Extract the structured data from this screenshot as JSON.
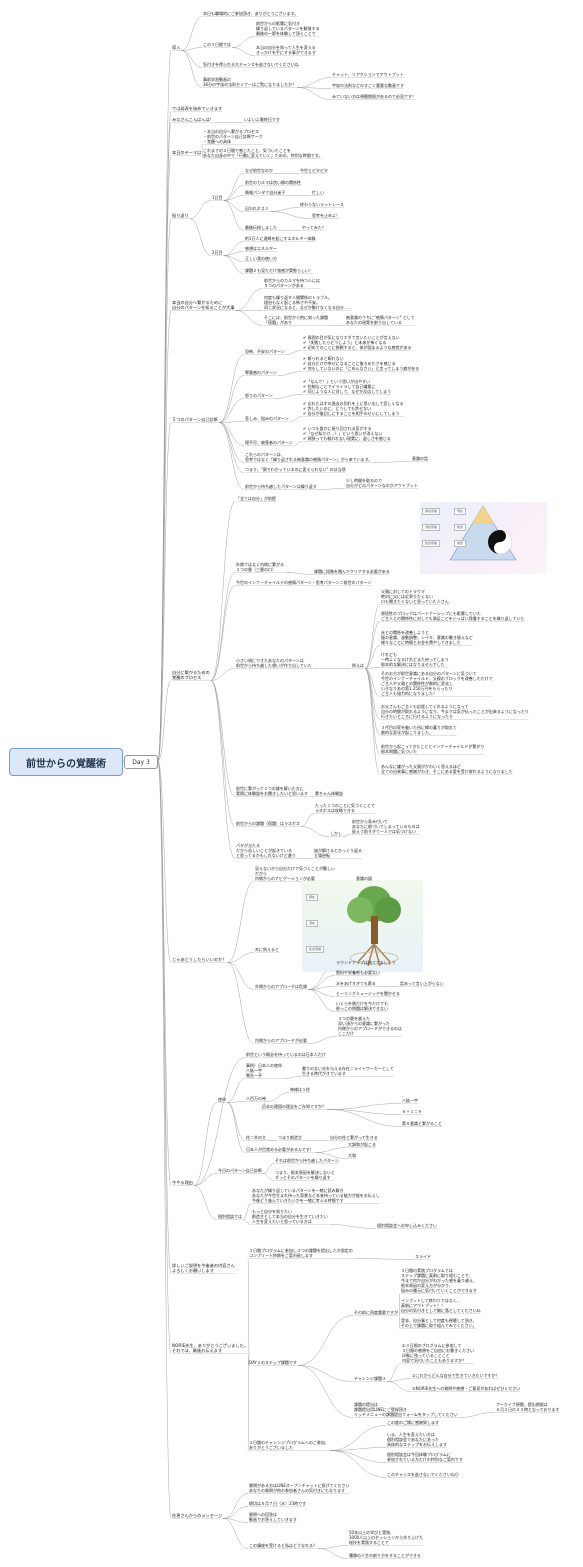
{
  "root": {
    "title": "前世からの覚醒術"
  },
  "day": {
    "label": "Day 3"
  },
  "sections": [
    "導入",
    "では発表を始めていきます",
    "みなさんこんばんは！",
    "本日のテーマは",
    "振り返り",
    "本当の自分へ繋がるために\n自分のパターンを知ることが大事",
    "５つのパターン自己診断",
    "自分に繋がるための\n覚醒のプロセス",
    "じゃあどうしたらいいのか？",
    "今やる理由",
    "詳しいご説明を今後者の内容さん\nよろしくお願いします",
    "NORIE先生、ありがとうございました。\nそれでは、最後お伝えます",
    "佐恵さんからのメッセージ"
  ],
  "intro": [
    "本日も職場的にご参加頂き、ありがとうございます。",
    "この３日間では",
    "前世からの影響に気付き\n繰り返しているパターンを解放する\n最後の一節を体験して頂くことで",
    "本当の自分を知って人生を変える\nきっかけを手にする事ができます",
    "気付きを得られる大チャンスを逃さないでくださいね",
    "事前学習動画の\n36分の宇宙の法則セミナーはご覧になりましたか？",
    "チャット、リアクションでアウトプット",
    "宇宙の法則などのすごく重要な動画です",
    "みていない方は視聴期限があるので必見です！"
  ],
  "greeting": "いよいよ最終日です",
  "theme": [
    "・本当の自分へ繋がるプロセス\n・前世のパターン自己診断ワーク\n・覚醒への具体",
    "これまでの２日間で感じたこと、気づいたことを\nあなた自身の中で「行動に変えていく」ための、特別な時間です。"
  ],
  "review": [
    "1日目",
    "なぜ前世なのか",
    "今世とピタピタ",
    "前世のカルマは良い縁の関係性",
    "情報パンダで自分迷子",
    "忙しい",
    "囚われネズミ",
    "終わらないラットレース",
    "思考を止めよ！",
    "最後伝授しました",
    "やってみた？",
    "2日目",
    "約1万人に遠縁を起こすエネルギー体験",
    "感想はエネルギー",
    "正しい我の使い方",
    "課題２も見ただけ強感が実態らしい！"
  ],
  "own": [
    "前世からのカルマを持つ人には\n５つのパターンがある",
    "何度も繰り返す人間関係のトラブル。\n理由もなく起こる怖さや不安。\n同じ状況になると、なぜか動けなくなる自分……",
    "そこには、前世から抱に刻った課題\n「宿題」があり",
    "無意識のうちに\"感情パターン\" として\nあなたの現実を創り出している"
  ],
  "diag": {
    "patterns": [
      "恐怖、不安のパターン",
      "罪悪感のパターン",
      "怒りのパターン",
      "悲しみ、悩みのパターン",
      "理不尽、被害者のパターン"
    ],
    "checks": [
      "✔ 周囲の目が気になりすぎて言いたいことが言えない\n✔「失敗したらどうしよう」と未来が怖くなる\n✔ 初めてのことに挑戦すると、体が固まるような感覚がある",
      "✔ 断られると断れない\n✔ 自分だけが幸せになることに後ろめたさを感じる\n✔ 何もしていないのに「ごめんなさい」と言ってしまう癖がある",
      "✔「なんで！」という思いが出やすい\n✔ 些細なことでイライラして自己嫌悪に\n✔ 同じような人に対して、なぜか反応してしまう",
      "✔ 忘れたはずの過去の別れを上に思い出して悲しくなる\n✔ 許したいのに、どうしても許せない\n✔ 自分が後回しにすることを相手のせいにしてしまう",
      "✔ いつも誰かに振り回される気がする\n✔「なぜ私だけ…？」という思いが消えない\n✔ 頑張っても報われない現実に、虚しさを感じる"
    ],
    "summary": [
      "これらのパターンは、\n思考ではなく「繰り返される無意識の感情パターン」から来ています。",
      "意識の話",
      "つまり、\"頭でわかっているのに変えられない\" のは当然",
      "前世から持ち越したパターンは繰り返す",
      "少し時間を取るので\n自分がどのパターンなのかアウトプット"
    ]
  },
  "process": {
    "main": [
      "「全ては自分」が前提",
      "外側ではなく内側に繋がる\n３つの層（三層の口）",
      "課題に段階を踏んでクリアする必要がある",
      "今世のインナーチャイルドの感情パターン・思考パターン＝前世のパターン",
      "小さい頃にできたあなたのパターンは\n前世から持ち越した想いが作り出していた",
      "例えば",
      "前世に繋がって３つの課を解いた方に\n実際に体験談をお聞きしたいと思います",
      "薫ちゃん体験談",
      "前世からの課題（宿題）はラスボス",
      "たった１つのことに気づくことで\nラスボスは攻略できる",
      "しかし",
      "前世から条み付いて\nあなたに根づいてしまっているものは\n扱えう前すぎて一人では気づけない",
      "パタが当たる\nだから苦しいことが起きている\nと思ってるかもしれないけど違う",
      "謎が解けるとひっくり返る\n立場逆転"
    ],
    "pyramid": [
      "顕在意識",
      "潜在意識",
      "集合意識",
      "現在",
      "前世",
      "前世"
    ],
    "examples": [
      "父親に対してのトラウマ\n絶対に父には近寄りたくない\n口も聞きたくないと思っていた人さん",
      "原悟性のブロックはパートナーシップにも影響していた\nご主人との関係性に対しても満足ことをいっぱい我慢することを繰り返していた",
      "夫との関係を改善しようと\n復の意識、波動調整、レイキ、意識の書き換えなど\n様々なことに時間とお金を費やしてきました",
      "けれども\n一時よくなるけれどまた戻ってしまう\n根本的な解決にはなりませんでした",
      "そのお方が前世意識にある自分のパターンに気づいて\n今世のインナーチャイルド、父親のブロックを改善しただけで\nご主人や父親との関係性が劇的に変化し\nいきなりあの第1.250万円をもらったり\nご主人も協力的になりました！",
      "お父さんもご主人も応援してくれるようになって\n自分の時間が取れるようになり、今までは気が払ったことが出来るようになったり\n行きたいところに行けるようになったり",
      "３代目の家を継いた所に縁の蓄りが取れて\n劇的な変化が起こりました。",
      "前世から起こってきたこととインナーチャイルドが繋がり\n根本問題に気づいた",
      "あんなに嫌がった父親がかわいく思えるほど\n全ての出来事に感謝がわき、そこにある愛を受け取れるようになりました"
    ]
  },
  "what": {
    "items": [
      "見えないから自分だけで気づくことが難しい\nだから\n内側からのナビゲーションが必要",
      "意識の図",
      "木に例えると",
      "外側からのアプローチは危険",
      "ラウンドアップは捨ててましょう",
      "肥料や栄養剤も必要ない",
      "水をあげすぎても腐る",
      "話未って言い上がらない",
      "ヒーリングミュージックを聞かせる",
      "いくら外側だけを今だけでも\n根っこの問題は解決できない",
      "内側からのアプローチが必要",
      "３つの層を越えた\n深い頂からの意識に繋がった\n内側からのアプローチができるのは\nここだけ"
    ],
    "tree_labels": [
      "顕在",
      "潜在",
      "集合意識"
    ]
  },
  "why": {
    "items": [
      "前世という概念を持っているのは日本人だけ",
      "使命",
      "事例）日本人の使命\n八紘一宇\n需先一乎",
      "番りのない光を与える存在＝ライトワーカーとして\n生きる時代がきています",
      "八百万の神",
      "神様は１柱",
      "日本の建国の理念をご存知ですか？",
      "八紘一宇",
      "８＋１＝９",
      "第９意識と繋がること",
      "柱＝木の主",
      "つまり創造主",
      "自分の柱と繋がって生きる",
      "日本人が目覚める必要があるんです！",
      "大調和が起こる",
      "大和",
      "今日のパターン自己診断",
      "それは前世から持ち越したパターン",
      "つまり、根本原因を解決しないと\nずっとそのパターンを繰り返す",
      "個別相談では",
      "あなたが繰り返しているパターンを一緒に読み解き\nあなたが今世生まれ持った背景など本来持っている能力才能をお伝えし\n今後どう進んでいきたいかを一緒に考える時間です",
      "もっと自分を知りたい\n創造主として本当の自分を生きていきたい\n人生を変えたいと思っている方は",
      "個別相談会へお申し込みください"
    ]
  },
  "norie": {
    "items": [
      "３日間プログラムに参加し３つの課題を提出した方限定の\nコンプリート特典をご案内致します",
      "スライド",
      "DAY３のステップ課題です",
      "その前に再度重要ですが",
      "３日間の実践プログラムでは\nステップ課題に真剣に取り組むことで、\n今まで何か自分がわかった感を乗り越え、\n根本原因の変え方が分かり、\n悩みの種元に気付いていくことができます",
      "インプットして終わりではなく、\n真剣にアウトプット！！\n自分の気付きとして腑に落としてくださいね",
      "是非、自分事として何度も視聴して頂き、\nその上で課題に取り組んでみてください。",
      "チャレンジ課題３",
      "①３日間のプログラムに参加して\n３日間の感想をご自由にお書きください\n印象に残っていることこと\n内容で気付いたこともありますか？",
      "②これからどんな自分で生きていきたいですか？",
      "③NORIE先生への質問や感想・ご意見があればぜひください",
      "課題の提出は\n課題提出用LINEにご登録頂き\nリッチメニューの課題提出フォームをタップしてください",
      "アーカイブ視聴、提出期限は\n６月２日の２３時となっております",
      "３日間のチャレンジプログラムへのご参加、\nありがとうございました",
      "この度のご縁に感謝致します",
      "いま、人生を変えたい方は\n個別相談会であなたにあった\n具体的なステップをお伝えします",
      "個別相談会は今回体験プログラムに\n参加されている方だけの特別なご案内です",
      "このチャンスを逃さないでくださいね😊"
    ]
  },
  "sae": {
    "items": [
      "質問がある方はLINEオープンチャットに投げてください\nあなたの質問が他の参加者さんの気付きにもなります",
      "締切は５月７日（水）23時です",
      "質問への回答は\n動画でお答えしていきます",
      "この講座を受けると私はどうなれる？",
      "50年以上の学びと実践、\n3000人以上のセッションから作り上げた\n秘技を実践することで",
      "種類の人生の創り方をすることができる"
    ]
  }
}
